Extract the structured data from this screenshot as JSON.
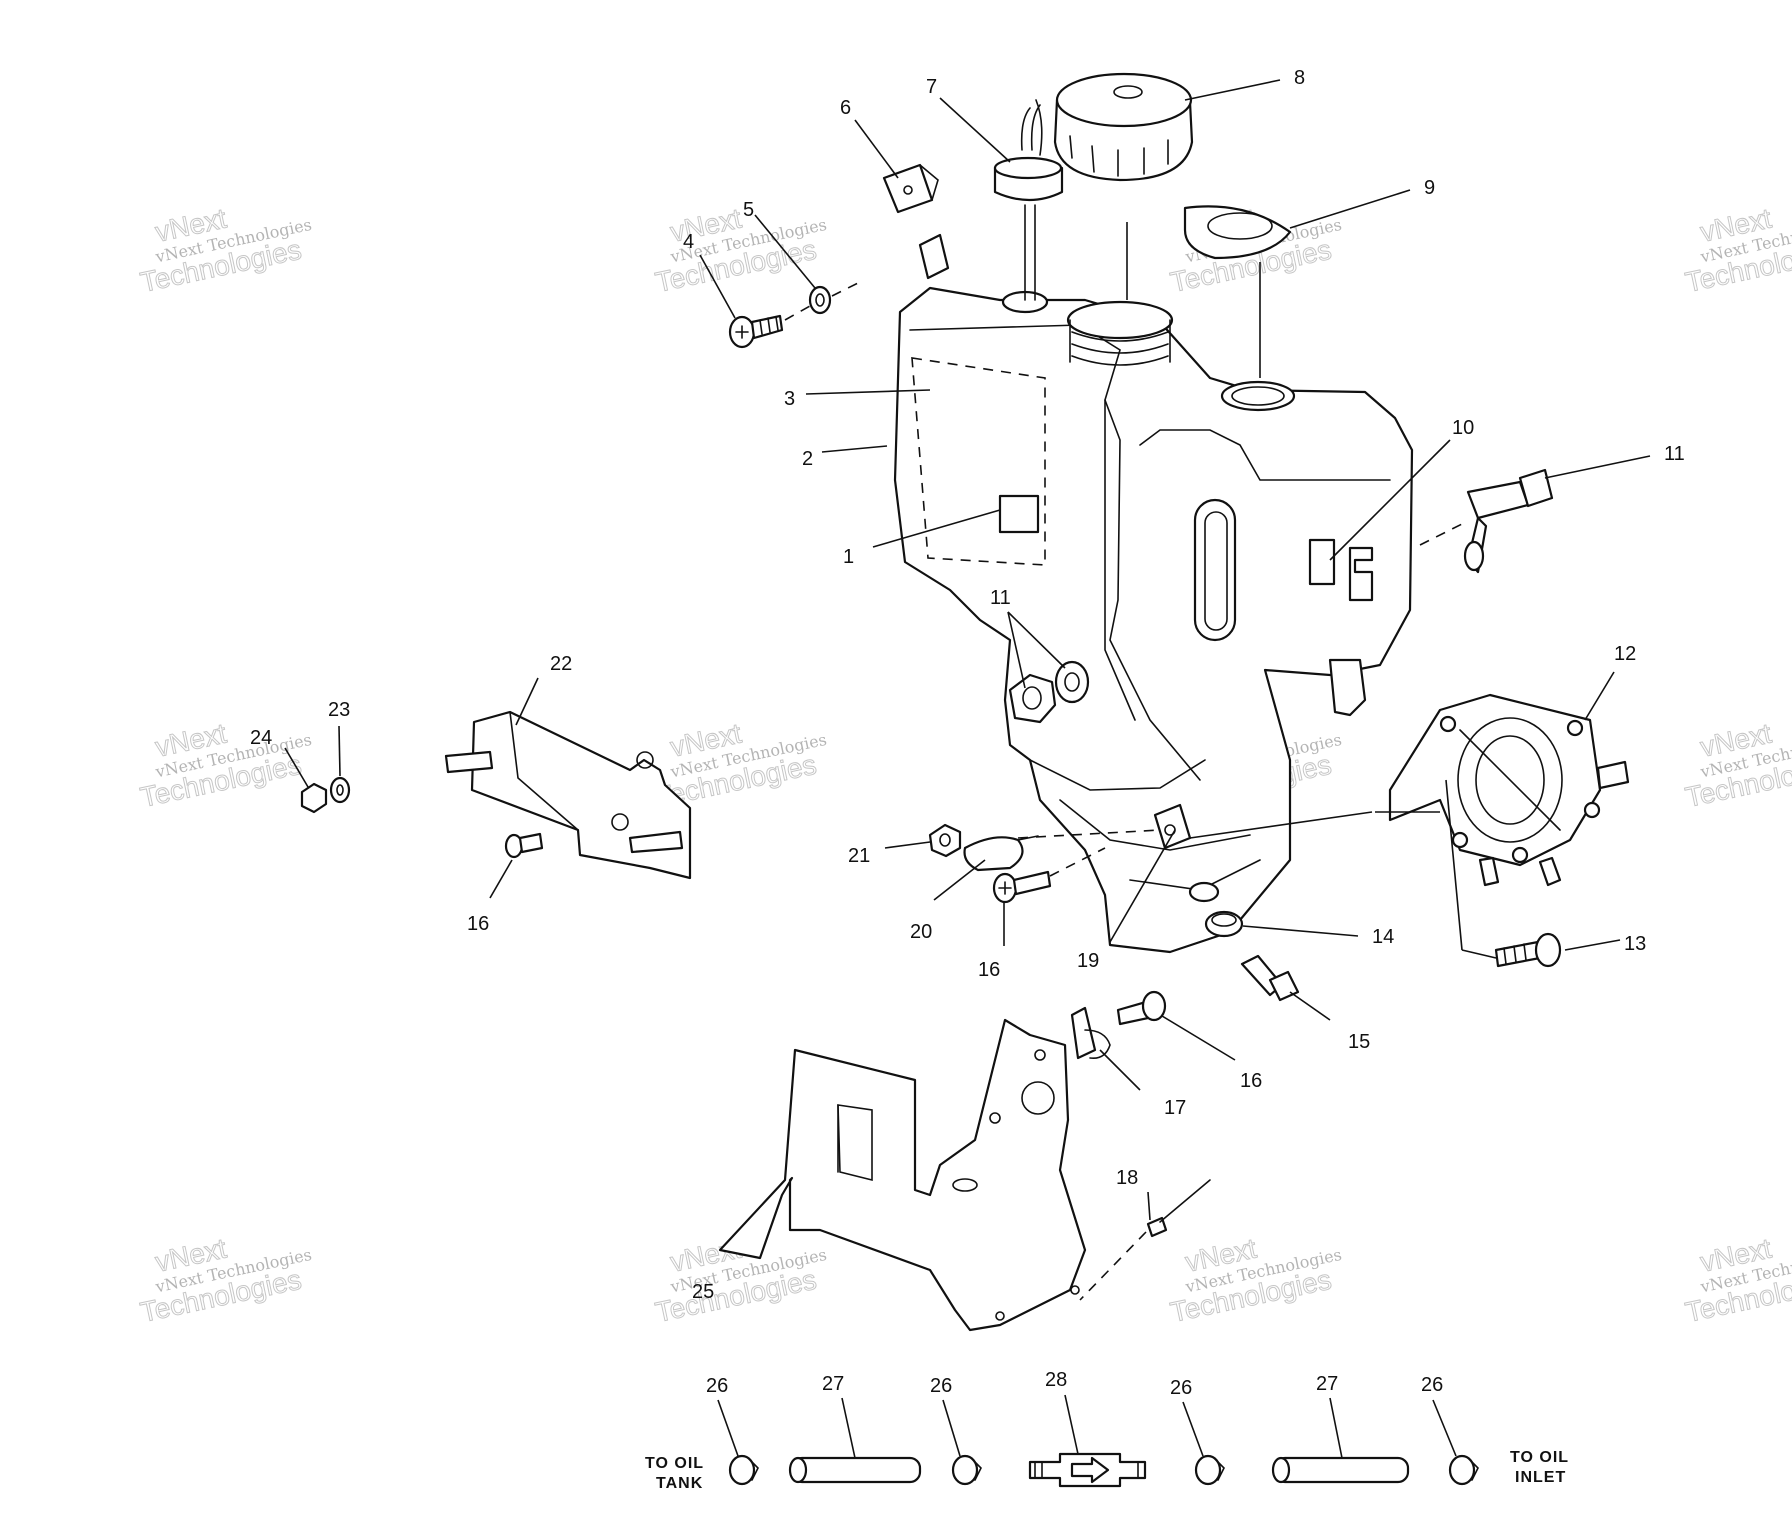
{
  "callouts": [
    "1",
    "2",
    "3",
    "4",
    "5",
    "6",
    "7",
    "8",
    "9",
    "10",
    "11",
    "11",
    "12",
    "13",
    "14",
    "15",
    "16",
    "16",
    "16",
    "17",
    "18",
    "19",
    "20",
    "21",
    "22",
    "23",
    "24",
    "25",
    "26",
    "26",
    "26",
    "26",
    "27",
    "27",
    "28"
  ],
  "notes": {
    "to_oil_tank_line1": "TO OIL",
    "to_oil_tank_line2": "TANK",
    "to_oil_inlet_line1": "TO OIL",
    "to_oil_inlet_line2": "INLET"
  },
  "watermark": {
    "brand": "vNext",
    "company": "vNext Technologies",
    "word": "Technologies"
  },
  "colors": {
    "line": "#111111",
    "background": "#ffffff",
    "watermark": "#999999"
  }
}
